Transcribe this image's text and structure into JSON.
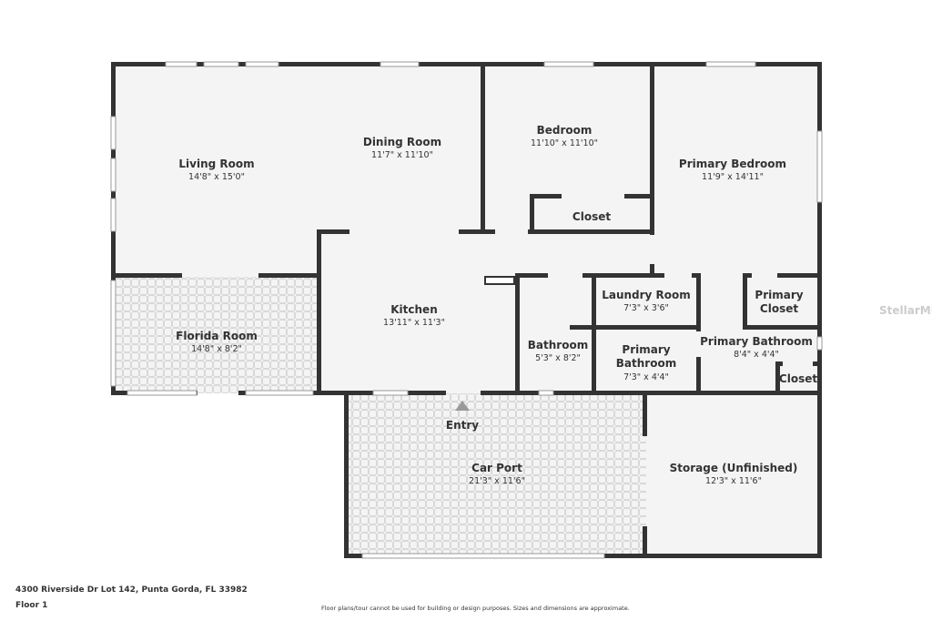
{
  "colors": {
    "wall": "#333333",
    "floor": "#f4f4f4",
    "tile": "#dedede"
  },
  "rooms": {
    "living": {
      "name": "Living Room",
      "dims": "14'8\" x 15'0\""
    },
    "dining": {
      "name": "Dining Room",
      "dims": "11'7\" x 11'10\""
    },
    "bedroom": {
      "name": "Bedroom",
      "dims": "11'10\" x 11'10\""
    },
    "closet1": {
      "name": "Closet"
    },
    "primary_bedroom": {
      "name": "Primary Bedroom",
      "dims": "11'9\" x 14'11\""
    },
    "florida": {
      "name": "Florida Room",
      "dims": "14'8\" x 8'2\""
    },
    "kitchen": {
      "name": "Kitchen",
      "dims": "13'11\" x 11'3\""
    },
    "bathroom": {
      "name": "Bathroom",
      "dims": "5'3\" x 8'2\""
    },
    "laundry": {
      "name": "Laundry Room",
      "dims": "7'3\" x 3'6\""
    },
    "primary_bath_small": {
      "name_line1": "Primary",
      "name_line2": "Bathroom",
      "dims": "7'3\" x 4'4\""
    },
    "primary_bath": {
      "name": "Primary Bathroom",
      "dims": "8'4\" x 4'4\""
    },
    "primary_closet": {
      "name_line1": "Primary",
      "name_line2": "Closet"
    },
    "closet2": {
      "name": "Closet"
    },
    "entry": {
      "name": "Entry"
    },
    "carport": {
      "name": "Car Port",
      "dims": "21'3\" x 11'6\""
    },
    "storage": {
      "name": "Storage (Unfinished)",
      "dims": "12'3\" x 11'6\""
    }
  },
  "footer": {
    "address": "4300 Riverside Dr Lot 142, Punta Gorda, FL 33982",
    "floor": "Floor 1",
    "disclaimer": "Floor plans/tour cannot be used for building or design purposes. Sizes and dimensions are approximate."
  },
  "watermark": "StellarMLS"
}
